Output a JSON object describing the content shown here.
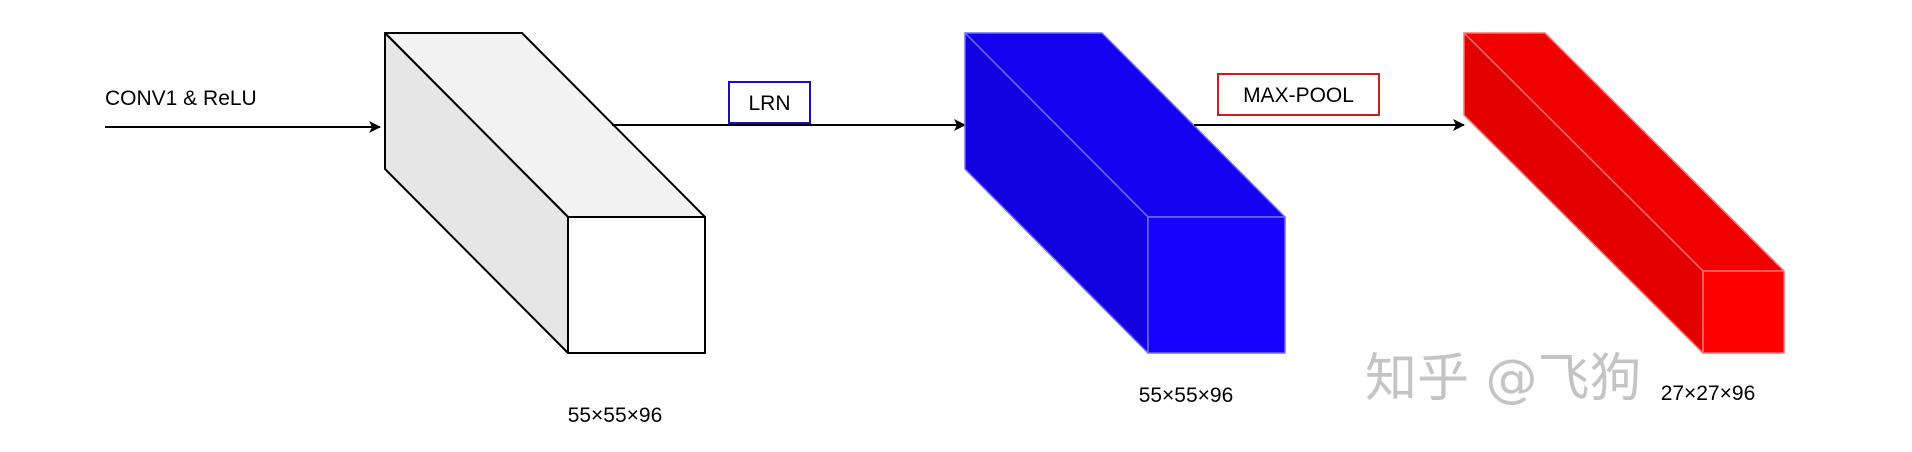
{
  "input_label": "CONV1 & ReLU",
  "ops": {
    "lrn": {
      "label": "LRN",
      "border_color": "#1a0fb0"
    },
    "maxpool": {
      "label": "MAX-POOL",
      "border_color": "#c81e1e"
    }
  },
  "blocks": [
    {
      "name": "conv1-output",
      "size_label": "55×55×96",
      "colors": {
        "top": "#f2f2f2",
        "side": "#e6e6e6",
        "front": "#ffffff",
        "stroke": "#000000"
      }
    },
    {
      "name": "lrn-output",
      "size_label": "55×55×96",
      "colors": {
        "top": "#1400ee",
        "side": "#1200e0",
        "front": "#1a00ff",
        "stroke": "#6c6cff"
      }
    },
    {
      "name": "maxpool-output",
      "size_label": "27×27×96",
      "colors": {
        "top": "#f00000",
        "side": "#e20000",
        "front": "#ff0000",
        "stroke": "#ff7070"
      }
    }
  ],
  "watermark": "知乎 @飞狗"
}
